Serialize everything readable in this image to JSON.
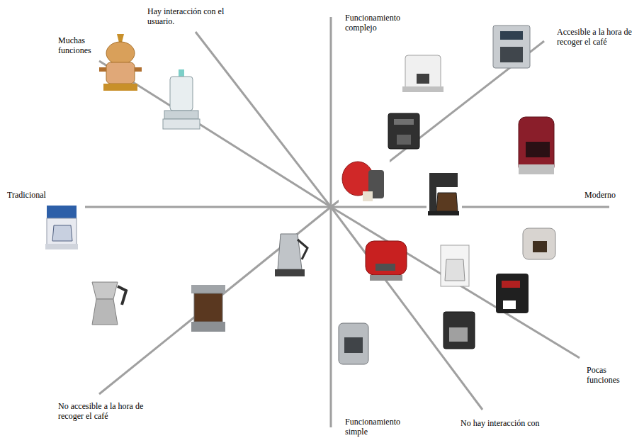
{
  "diagram": {
    "labels": [
      "Hay interacción con el usuario.",
      "Muchas funciones",
      "Funcionamiento complejo",
      "Accesible a la hora de recoger el café",
      "Tradicional",
      "Moderno",
      "No accesible a la hora de recoger el café",
      "Funcionamiento simple",
      "No hay interacción con",
      "Pocas funciones"
    ]
  }
}
